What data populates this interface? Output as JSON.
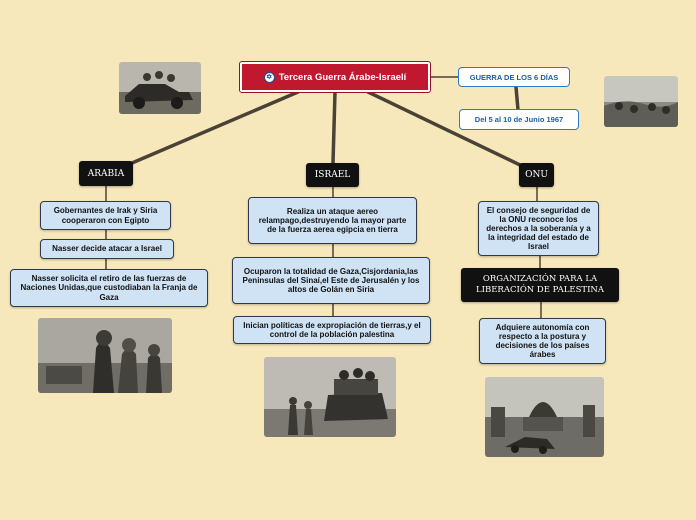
{
  "central": {
    "title": "Tercera Guerra Árabe-Israelí",
    "flag_icon": "israel-flag-icon"
  },
  "floating": [
    "GUERRA DE LOS 6 DÍAS",
    "Del 5 al 10 de Junio 1967"
  ],
  "branches": {
    "arabia": {
      "label": "ARABIA",
      "items": [
        "Gobernantes de Irak y Siria cooperaron con Egipto",
        "Nasser decide atacar a Israel",
        "Nasser solicita el retiro de las fuerzas de Naciones Unidas,que custodiaban la Franja de Gaza"
      ]
    },
    "israel": {
      "label": "ISRAEL",
      "items": [
        "Realiza un ataque aereo relampago,destruyendo la mayor parte de la fuerza aerea egipcia en tierra",
        "Ocuparon la totalidad de Gaza,Cisjordania,las Peninsulas del Sinaí,el Este de Jerusalén y los altos de Golán en Siria",
        "Inician políticas de expropiación de tierras,y el control de la población palestina"
      ]
    },
    "onu": {
      "label": "ONU",
      "items": [
        "El consejo de seguridad de la ONU reconoce los derechos a la soberanía y a la integridad del estado de Israel"
      ],
      "sub": {
        "label": "ORGANIZACIÓN PARA LA LIBERACIÓN DE PALESTINA",
        "items": [
          "Adquiere autonomía con respecto a la postura y decisiones de los países árabes"
        ]
      }
    }
  },
  "colors": {
    "background": "#f7e8bb",
    "central": "#c0182f",
    "node_fill": "#cfe3f5",
    "connector": "#4a4236",
    "subtopic_border": "#2b7cc4"
  }
}
